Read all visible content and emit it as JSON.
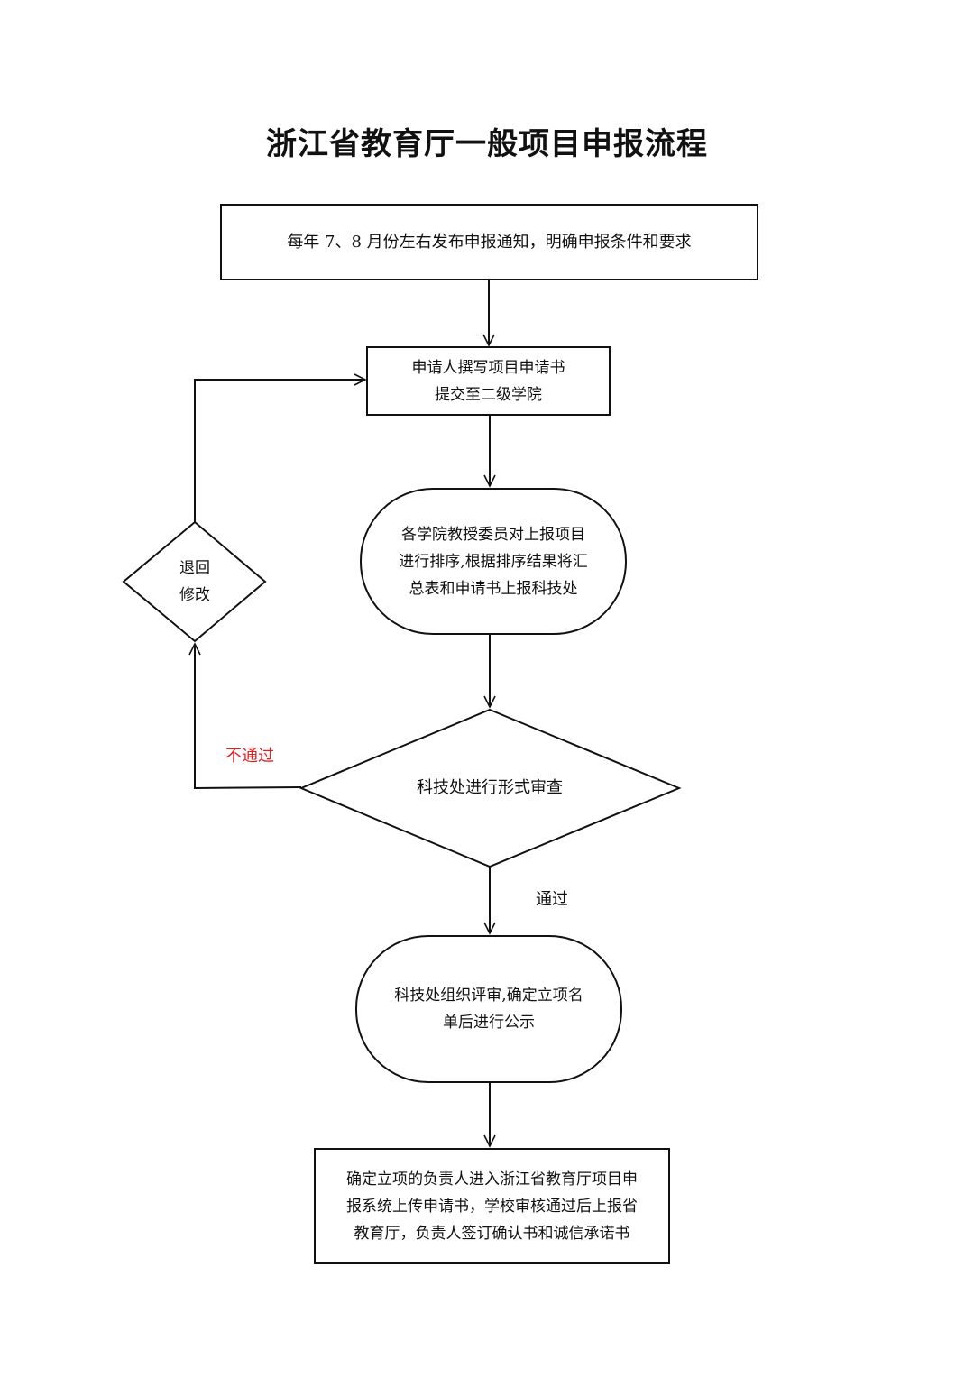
{
  "title": "浙江省教育厅一般项目申报流程",
  "nodes": {
    "notice": "每年 7、8 月份左右发布申报通知，明确申报条件和要求",
    "write": "申请人撰写项目申请书\n提交至二级学院",
    "committee": "各学院教授委员对上报项目\n进行排序,根据排序结果将汇\n总表和申请书上报科技处",
    "return": "退回\n修改",
    "review": "科技处进行形式审查",
    "evaluate": "科技处组织评审,确定立项名\n单后进行公示",
    "final": "确定立项的负责人进入浙江省教育厅项目申\n报系统上传申请书，学校审核通过后上报省\n教育厅，负责人签订确认书和诚信承诺书"
  },
  "labels": {
    "fail": "不通过",
    "pass": "通过"
  },
  "colors": {
    "fail_label": "#e02020",
    "stroke": "#111111"
  }
}
